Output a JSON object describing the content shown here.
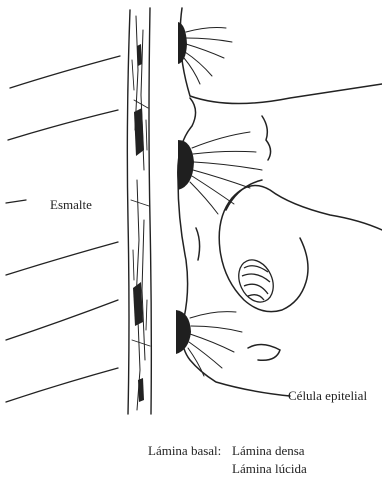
{
  "labels": {
    "enamel": "Esmalte",
    "epithelial_cell": "Célula epitelial",
    "basal_lamina": "Lámina basal:",
    "lamina_densa": "Lámina densa",
    "lamina_lucida": "Lámina lúcida"
  },
  "colors": {
    "ink": "#222222",
    "background": "#ffffff"
  }
}
